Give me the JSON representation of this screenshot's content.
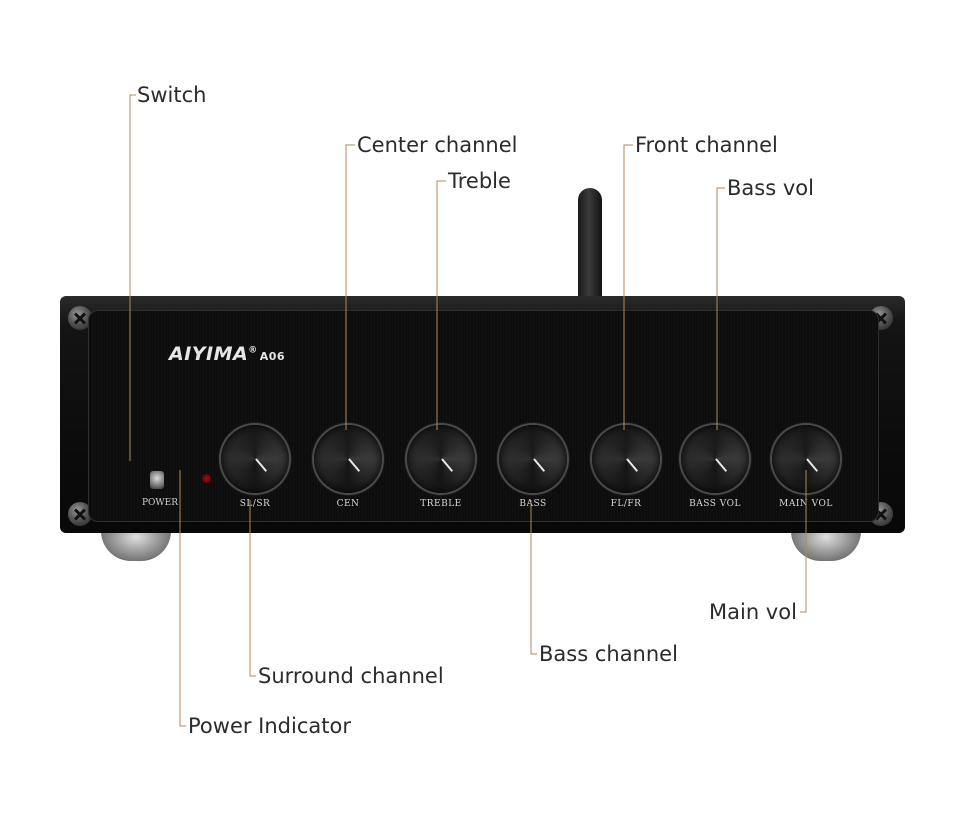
{
  "callouts": {
    "switch": "Switch",
    "center_channel": "Center channel",
    "treble": "Treble",
    "front_channel": "Front channel",
    "bass_vol": "Bass vol",
    "main_vol": "Main vol",
    "bass_channel": "Bass channel",
    "surround_channel": "Surround channel",
    "power_indicator": "Power Indicator"
  },
  "device": {
    "brand": "AIYIMA",
    "registered": "®",
    "model": "A06",
    "power_label": "POWER",
    "knobs": [
      "SL/SR",
      "CEN",
      "TREBLE",
      "BASS",
      "FL/FR",
      "BASS VOL",
      "MAIN VOL"
    ]
  },
  "colors": {
    "leader_line": "#b08a5a",
    "panel": "#0d0d0d",
    "led": "#a01010"
  }
}
